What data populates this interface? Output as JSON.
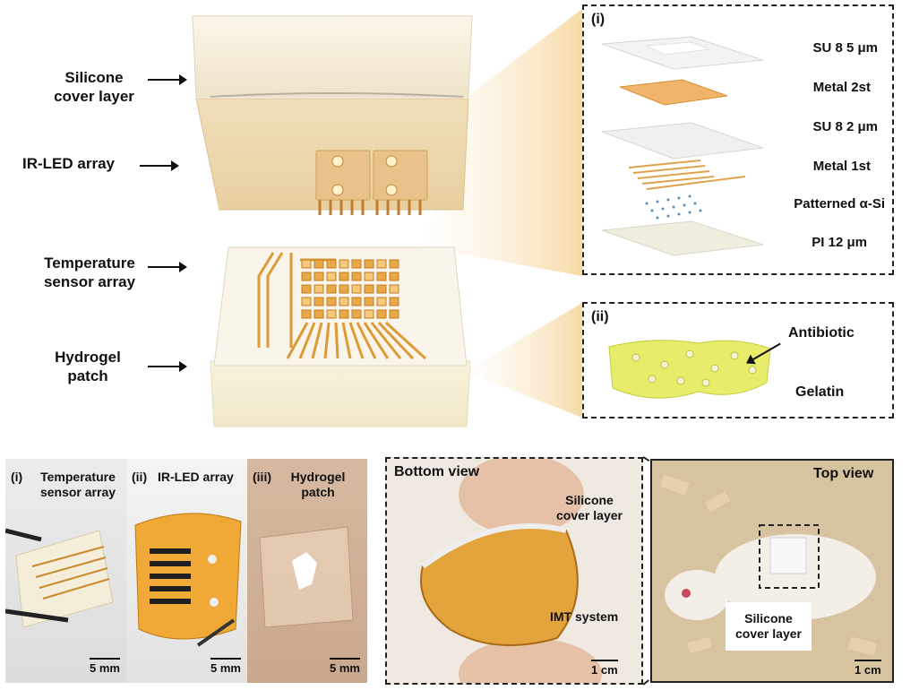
{
  "top": {
    "labels": {
      "silicone": "Silicone\ncover layer",
      "irled": "IR-LED array",
      "temp": "Temperature\nsensor array",
      "hydrogel": "Hydrogel\npatch"
    },
    "layers_panel": {
      "tag": "(i)",
      "items": [
        "SU 8 5 μm",
        "Metal 2st",
        "SU 8 2 μm",
        "Metal 1st",
        "Patterned α-Si",
        "PI 12 μm"
      ]
    },
    "hydrogel_panel": {
      "tag": "(ii)",
      "antibiotic": "Antibiotic",
      "gelatin": "Gelatin"
    }
  },
  "bottom": {
    "photos": [
      {
        "tag": "(i)",
        "label": "Temperature\nsensor array",
        "scale": "5 mm"
      },
      {
        "tag": "(ii)",
        "label": "IR-LED array",
        "scale": "5 mm"
      },
      {
        "tag": "(iii)",
        "label": "Hydrogel\npatch",
        "scale": "5 mm"
      }
    ],
    "bottom_view": {
      "title": "Bottom view",
      "silicone": "Silicone\ncover layer",
      "imt": "IMT system",
      "scale": "1 cm"
    },
    "top_view": {
      "title": "Top view",
      "silicone": "Silicone\ncover layer",
      "scale": "1 cm"
    }
  },
  "colors": {
    "gold": "#d99a3c",
    "polyimide": "#f0a936",
    "gel": "#e8ec5c",
    "silicone": "#f3ead6",
    "dash": "#222222"
  }
}
